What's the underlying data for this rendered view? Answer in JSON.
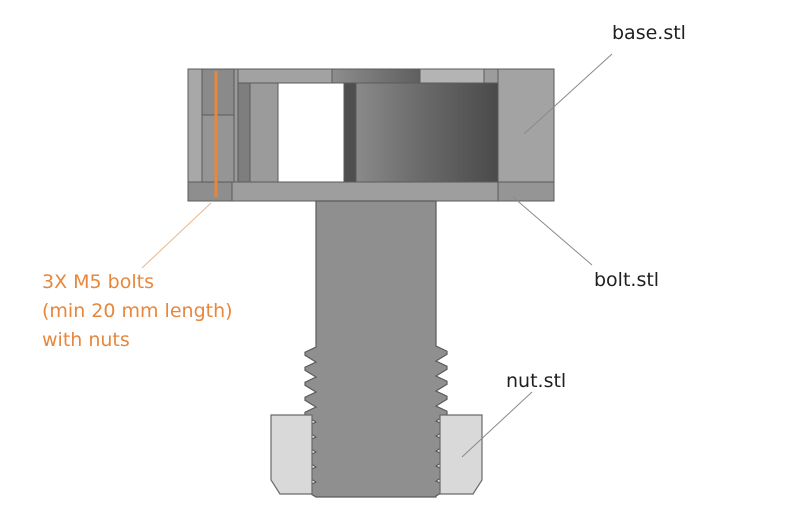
{
  "labels": {
    "base": "base.stl",
    "bolt": "bolt.stl",
    "nut": "nut.stl",
    "bolts_note": [
      "3X M5 bolts",
      "(min 20 mm length)",
      "with nuts"
    ]
  },
  "colors": {
    "text_dark": "#1f1f1f",
    "accent_orange": "#e8873c",
    "outline": "#5b5b5b",
    "leader": "#8a8a8a"
  }
}
